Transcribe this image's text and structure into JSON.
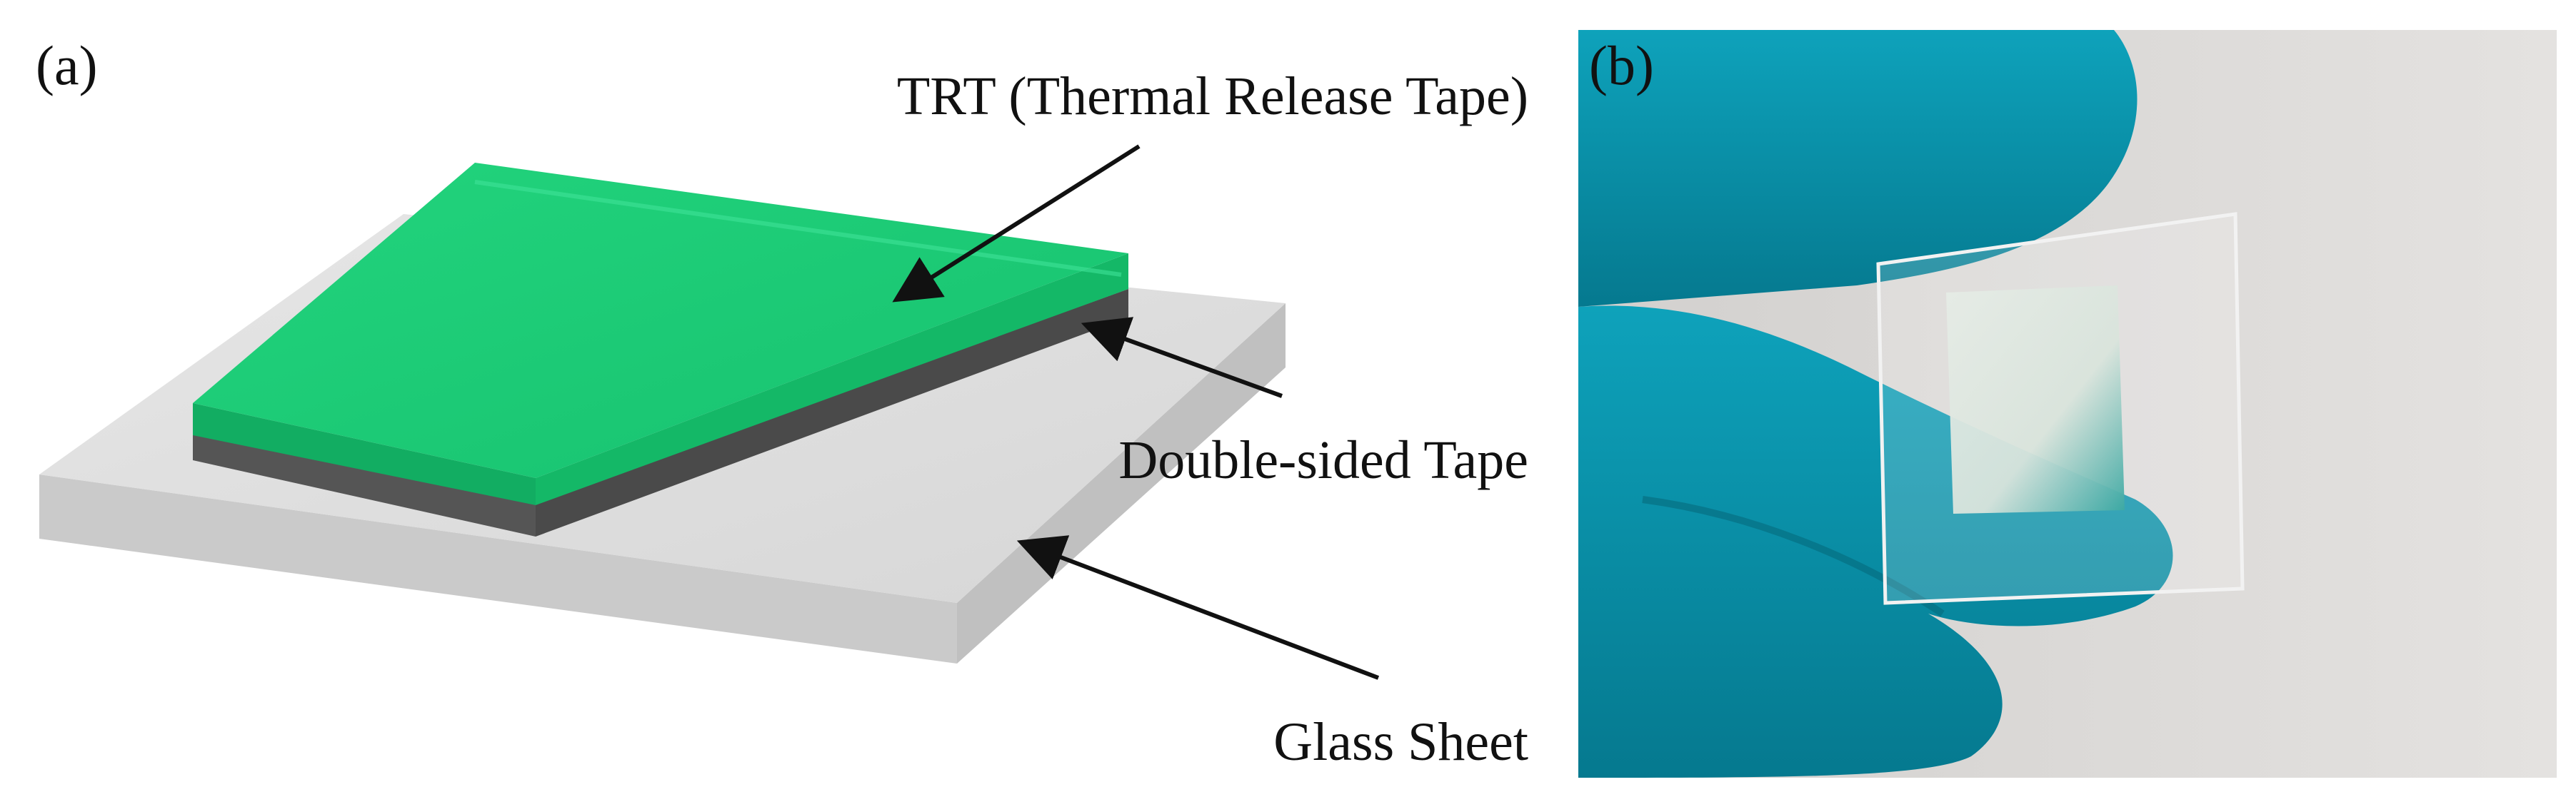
{
  "panel_a": {
    "label": "(a)",
    "annotations": {
      "trt": "TRT (Thermal Release Tape)",
      "double_sided": "Double-sided Tape",
      "glass": "Glass Sheet"
    }
  },
  "panel_b": {
    "label": "(b)"
  },
  "colors": {
    "trt_green": "#1fcf78",
    "glass_grey": "#d6d6d6",
    "tape_dark": "#555555",
    "glove_teal": "#0a8fa6",
    "background_wall": "#dcdad8"
  }
}
